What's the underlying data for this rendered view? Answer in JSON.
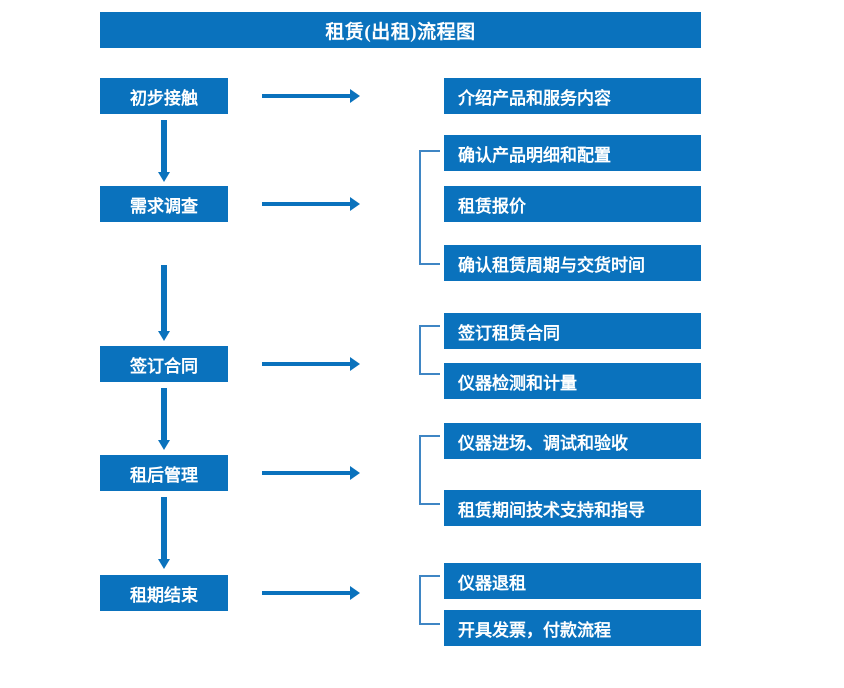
{
  "title": "租赁(出租)流程图",
  "colors": {
    "box_blue": "#0a72bd",
    "bracket_blue": "#3f86c4",
    "text_white": "#ffffff",
    "background": "#ffffff"
  },
  "stages": [
    {
      "label": "初步接触"
    },
    {
      "label": "需求调查"
    },
    {
      "label": "签订合同"
    },
    {
      "label": "租后管理"
    },
    {
      "label": "租期结束"
    }
  ],
  "details": [
    {
      "label": "介绍产品和服务内容"
    },
    {
      "label": "确认产品明细和配置"
    },
    {
      "label": "租赁报价"
    },
    {
      "label": "确认租赁周期与交货时间"
    },
    {
      "label": "签订租赁合同"
    },
    {
      "label": "仪器检测和计量"
    },
    {
      "label": "仪器进场、调试和验收"
    },
    {
      "label": "租赁期间技术支持和指导"
    },
    {
      "label": "仪器退租"
    },
    {
      "label": "开具发票，付款流程"
    }
  ],
  "connectors": {
    "down_arrow_count": 4,
    "right_arrow_count": 5,
    "bracket_count": 4
  }
}
